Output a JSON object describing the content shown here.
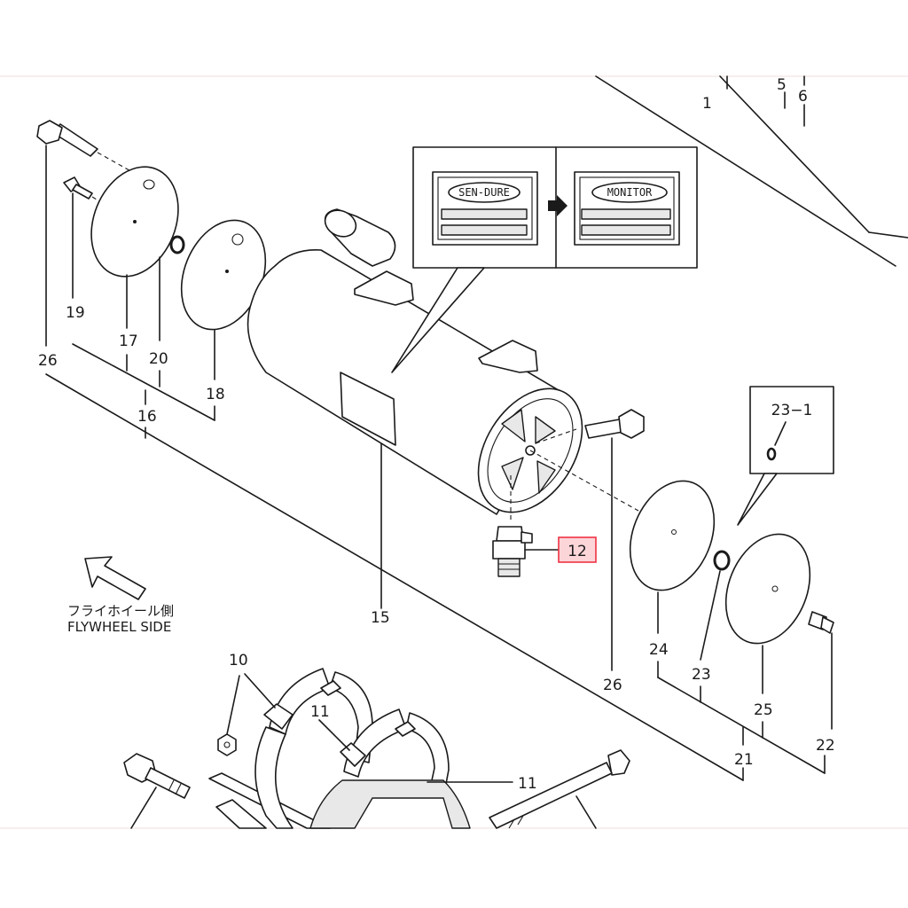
{
  "part_numbers": {
    "p1": "1",
    "p5": "5",
    "p6": "6",
    "p10": "10",
    "p11a": "11",
    "p11b": "11",
    "p12": "12",
    "p15": "15",
    "p16": "16",
    "p17": "17",
    "p18": "18",
    "p19": "19",
    "p20": "20",
    "p21": "21",
    "p22": "22",
    "p23": "23",
    "p23_1": "23−1",
    "p24": "24",
    "p25": "25",
    "p26a": "26",
    "p26b": "26"
  },
  "inset": {
    "old_label": "SEN-DURE",
    "new_label": "MONITOR"
  },
  "direction_note": {
    "japanese": "フライホイール側",
    "english": "FLYWHEEL SIDE"
  },
  "colors": {
    "highlight_box": "#ee3344",
    "highlight_fill": "#fbd5d8",
    "line": "#1a1a1a"
  }
}
